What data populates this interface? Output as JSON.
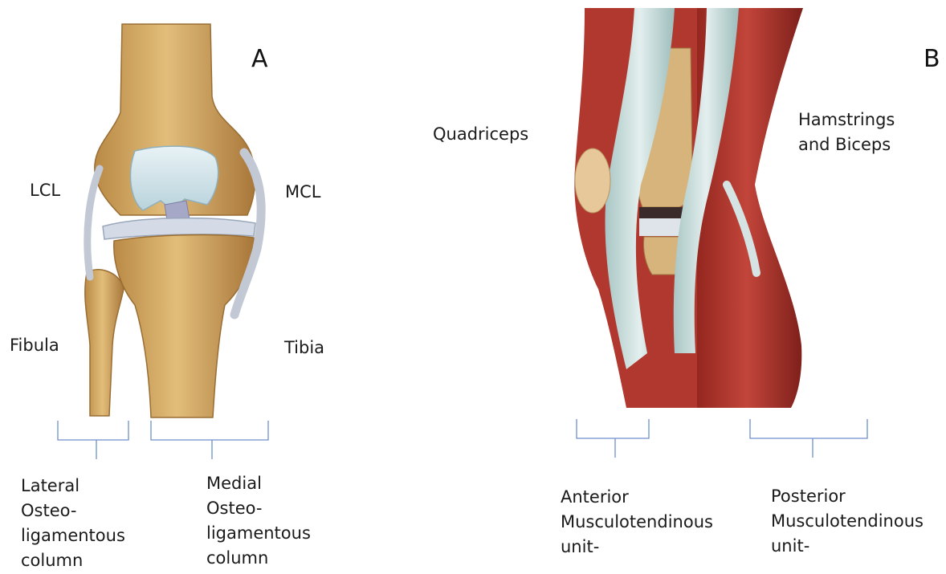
{
  "panels": {
    "a": {
      "letter": "A",
      "labels": {
        "lcl": "LCL",
        "mcl": "MCL",
        "fibula": "Fibula",
        "tibia": "Tibia"
      },
      "columns": {
        "lateral": [
          "Lateral",
          "Osteo-",
          "ligamentous",
          "column"
        ],
        "medial": [
          "Medial",
          "Osteo-",
          "ligamentous",
          "column"
        ]
      }
    },
    "b": {
      "letter": "B",
      "labels": {
        "quadriceps": "Quadriceps",
        "hamstrings_line1": "Hamstrings",
        "hamstrings_line2": "and Biceps"
      },
      "units": {
        "anterior": [
          "Anterior",
          "Musculotendinous",
          "unit-"
        ],
        "posterior": [
          "Posterior",
          "Musculotendinous",
          "unit-"
        ]
      }
    }
  },
  "colors": {
    "bone": "#d9b06a",
    "bone_dark": "#a97a3a",
    "cartilage": "#cfe3ea",
    "ligament": "#c7cdd6",
    "muscle": "#b5342c",
    "muscle_dark": "#7d1f1a",
    "tendon": "#c9dcd9",
    "bracket": "#6f8fcc"
  }
}
